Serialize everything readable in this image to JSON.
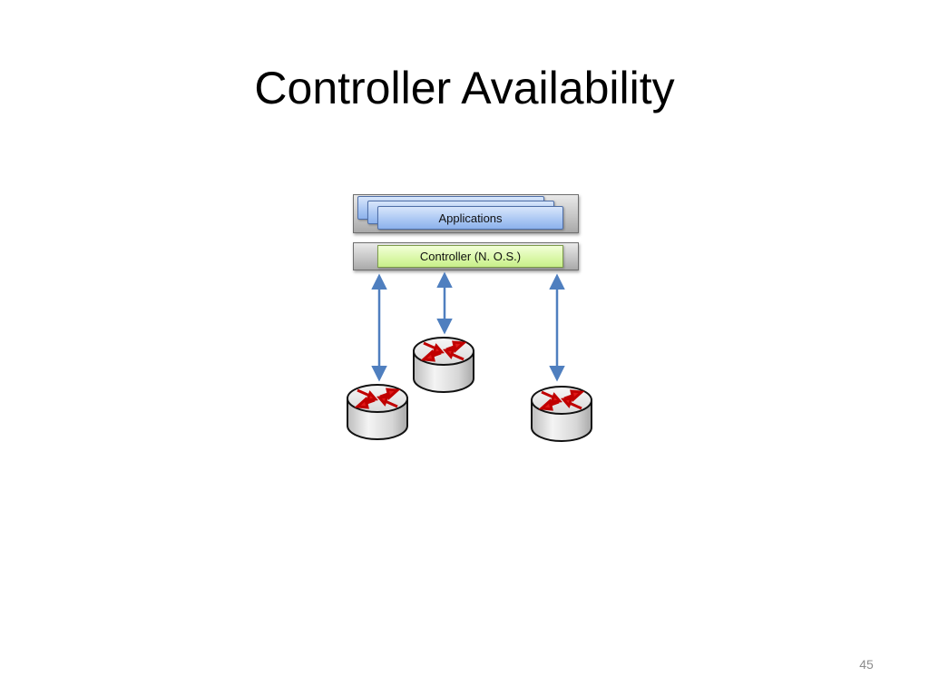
{
  "slide": {
    "title": "Controller Availability",
    "page_number": "45"
  },
  "diagram": {
    "applications_label": "Applications",
    "controller_label": "Controller (N. O.S.)",
    "colors": {
      "link_arrow": "#4f7fbf",
      "router_arrow": "#d81919",
      "app_card": "#a9c6f3",
      "controller_box": "#d9f7a6"
    },
    "routers": [
      "router",
      "router",
      "router"
    ]
  }
}
